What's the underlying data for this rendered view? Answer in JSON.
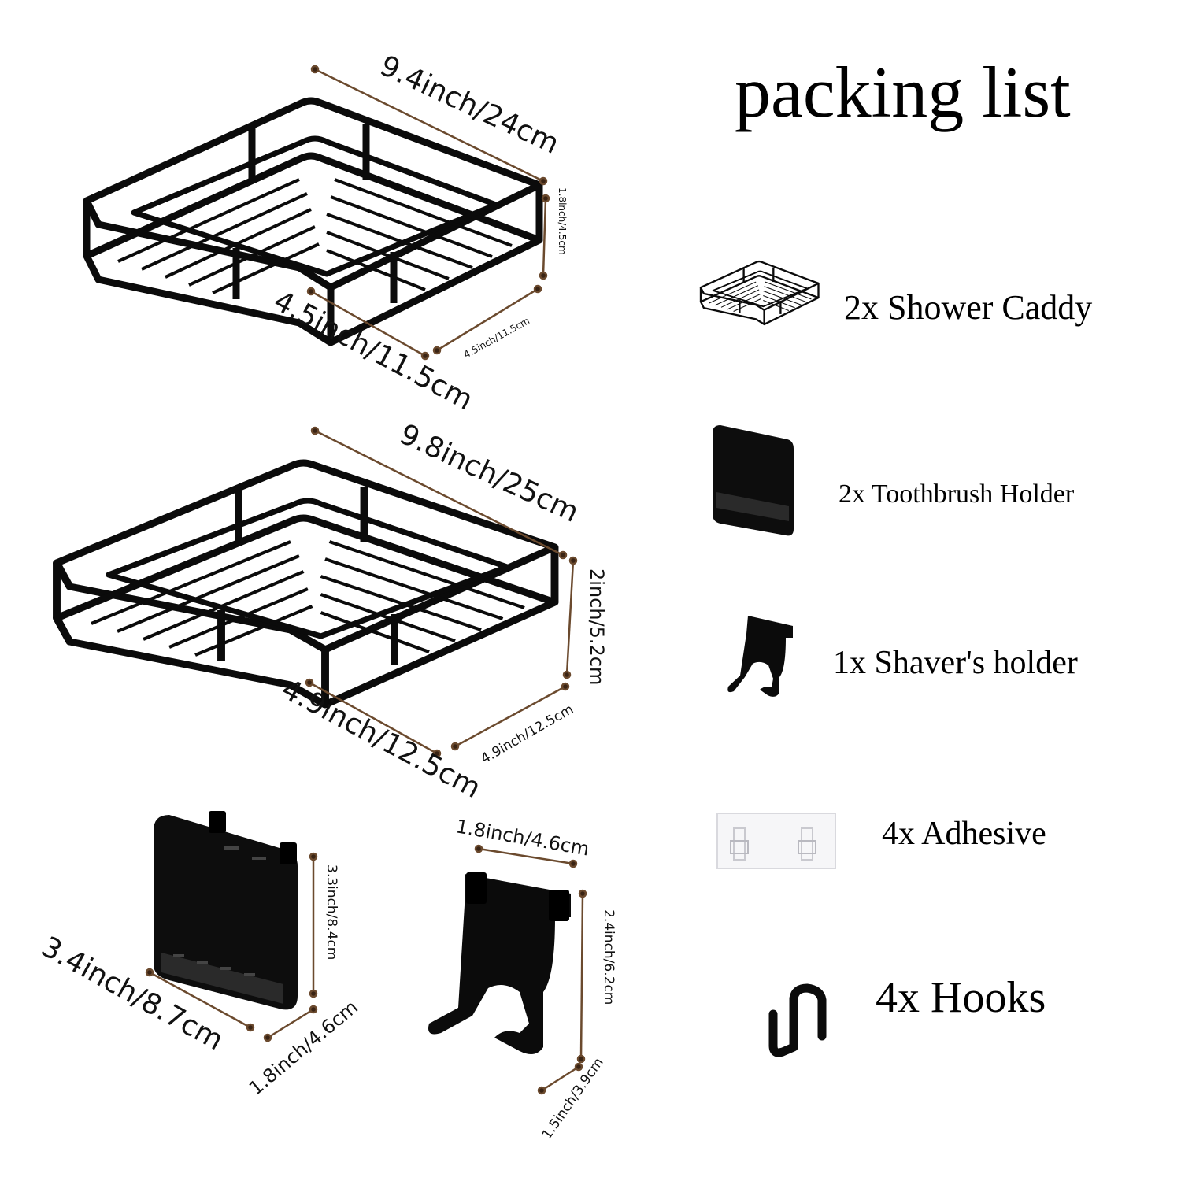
{
  "packing_list": {
    "title": "packing list",
    "items": [
      {
        "label": "2x Shower Caddy",
        "icon": "shower-caddy-icon"
      },
      {
        "label": "2x Toothbrush Holder",
        "icon": "toothbrush-holder-icon"
      },
      {
        "label": "1x Shaver's holder",
        "icon": "shaver-holder-icon"
      },
      {
        "label": "4x Adhesive",
        "icon": "adhesive-icon"
      },
      {
        "label": "4x Hooks",
        "icon": "hook-icon"
      }
    ]
  },
  "dimensions": {
    "small_caddy": {
      "length": "9.4inch/24cm",
      "height": "1.8inch/4.5cm",
      "depth_front": "4.5inch/11.5cm",
      "depth_side": "4.5inch/11.5cm"
    },
    "large_caddy": {
      "length": "9.8inch/25cm",
      "height": "2inch/5.2cm",
      "depth_front": "4.9inch/12.5cm",
      "depth_side": "4.9inch/12.5cm"
    },
    "toothbrush_holder": {
      "width": "3.4inch/8.7cm",
      "height": "3.3inch/8.4cm",
      "depth": "1.8inch/4.6cm"
    },
    "shaver_holder": {
      "width": "1.8inch/4.6cm",
      "height": "2.4inch/6.2cm",
      "depth": "1.5inch/3.9cm"
    }
  },
  "colors": {
    "product": "#0b0b0b",
    "dimension_line": "#6b4a2e",
    "dimension_dot": "#3a2414",
    "text": "#000000"
  }
}
